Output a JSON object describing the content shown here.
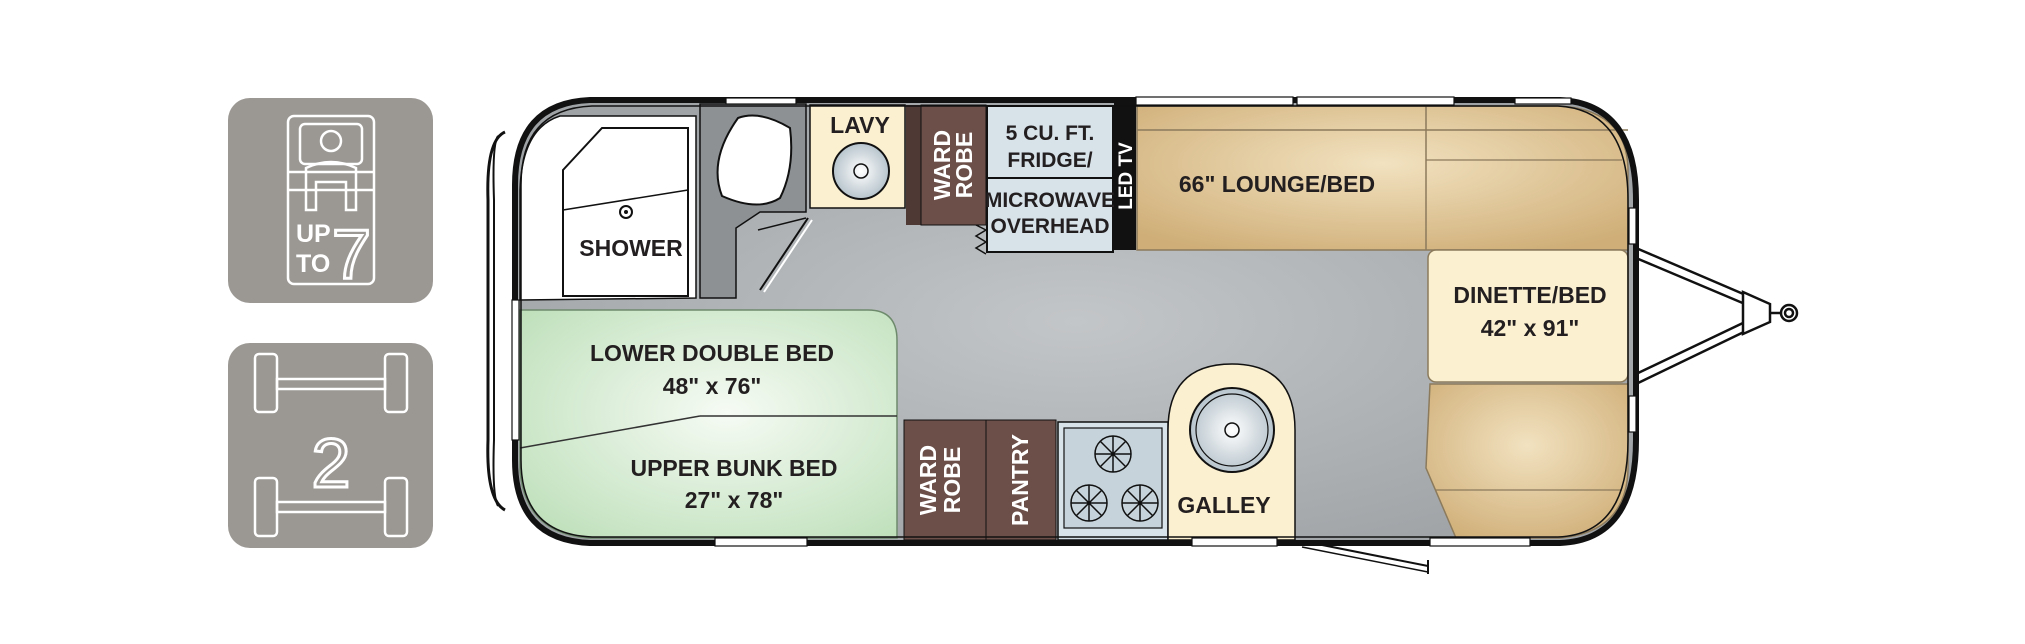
{
  "badges": {
    "sleeps": {
      "line1": "UP",
      "line2": "TO",
      "number": "7",
      "icon": "bed-person-icon"
    },
    "axles": {
      "number": "2",
      "icon": "axle-icon"
    }
  },
  "rooms": {
    "shower": "SHOWER",
    "lavy": "LAVY",
    "wardrobe_top": [
      "WARD",
      "ROBE"
    ],
    "fridge": [
      "5 CU. FT.",
      "FRIDGE/"
    ],
    "microwave": [
      "MICROWAVE",
      "OVERHEAD"
    ],
    "led_tv": "LED TV",
    "lounge": "66\" LOUNGE/BED",
    "dinette": [
      "DINETTE/BED",
      "42\" x 91\""
    ],
    "lower_bed": [
      "LOWER DOUBLE BED",
      "48\" x 76\""
    ],
    "upper_bed": [
      "UPPER BUNK BED",
      "27\" x 78\""
    ],
    "wardrobe_bottom": [
      "WARD",
      "ROBE"
    ],
    "pantry": "PANTRY",
    "galley": "GALLEY"
  },
  "colors": {
    "badge_bg": "#9b9894",
    "floor": "#a7aaac",
    "tan": "#dcc296",
    "cream": "#fbf0d0",
    "green": "#d6ecd3",
    "wood": "#6c4f49",
    "fridge": "#d7e2e9",
    "outline": "#111111"
  }
}
